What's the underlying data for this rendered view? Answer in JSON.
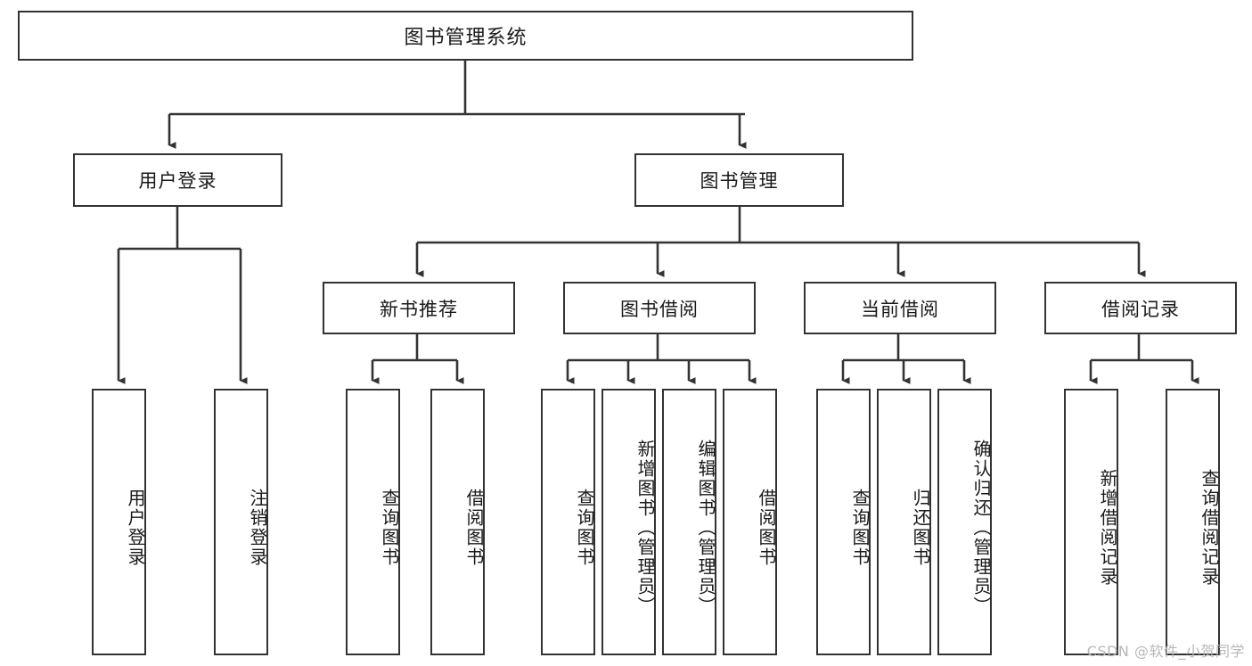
{
  "diagram": {
    "title": "图书管理系统",
    "type": "tree",
    "watermark": "CSDN @软件_小贺同学",
    "colors": {
      "box_border": "#333333",
      "box_fill": "#ffffff",
      "connector": "#333333",
      "text": "#1a1a1a",
      "watermark": "#b8b8b8"
    },
    "root": {
      "label": "图书管理系统"
    },
    "level2": [
      {
        "label": "用户登录"
      },
      {
        "label": "图书管理"
      }
    ],
    "level3": [
      {
        "label": "新书推荐"
      },
      {
        "label": "图书借阅"
      },
      {
        "label": "当前借阅"
      },
      {
        "label": "借阅记录"
      }
    ],
    "leaves": {
      "user_login": [
        {
          "label": "用户登录"
        },
        {
          "label": "注销登录"
        }
      ],
      "new_book_recommend": [
        {
          "label": "查询图书"
        },
        {
          "label": "借阅图书"
        }
      ],
      "book_borrow": [
        {
          "label": "查询图书"
        },
        {
          "label": "新增图书（管理员）"
        },
        {
          "label": "编辑图书（管理员）"
        },
        {
          "label": "借阅图书"
        }
      ],
      "current_borrow": [
        {
          "label": "查询图书"
        },
        {
          "label": "归还图书"
        },
        {
          "label": "确认归还（管理员）"
        }
      ],
      "borrow_record": [
        {
          "label": "新增借阅记录"
        },
        {
          "label": "查询借阅记录"
        }
      ]
    }
  }
}
